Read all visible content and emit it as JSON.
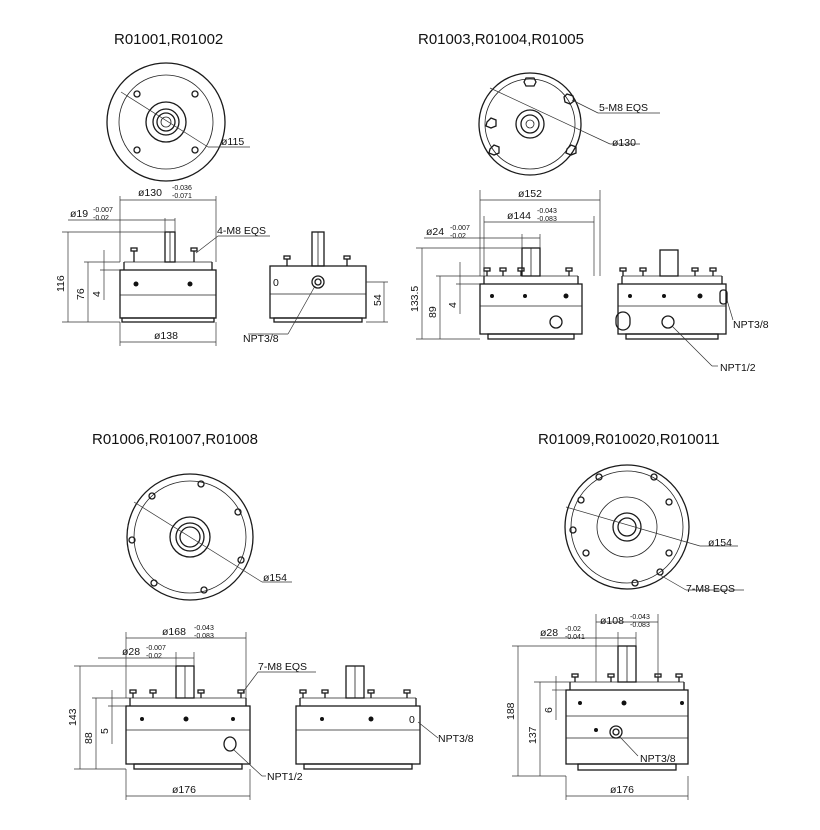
{
  "drawings": [
    {
      "title": "R01001,R01002",
      "top_view": {
        "diameter": "ø115"
      },
      "front_view": {
        "flange": "ø130",
        "flange_tol_upper": "-0.036",
        "flange_tol_lower": "-0.071",
        "shaft": "ø19",
        "shaft_tol_upper": "-0.007",
        "shaft_tol_lower": "-0.02",
        "bolts": "4-M8 EQS",
        "height_total": "116",
        "height_body": "76",
        "pilot": "4",
        "base": "ø138"
      },
      "side_view": {
        "port": "NPT3/8",
        "height": "54",
        "mark": "0"
      }
    },
    {
      "title": "R01003,R01004,R01005",
      "top_view": {
        "bolts": "5-M8 EQS",
        "diameter": "ø130"
      },
      "front_view": {
        "outer": "ø152",
        "flange": "ø144",
        "flange_tol_upper": "-0.043",
        "flange_tol_lower": "-0.083",
        "shaft": "ø24",
        "shaft_tol_upper": "-0.007",
        "shaft_tol_lower": "-0.02",
        "height_total": "133.5",
        "height_body": "89",
        "pilot": "4"
      },
      "side_view": {
        "port_a": "NPT3/8",
        "port_b": "NPT1/2"
      }
    },
    {
      "title": "R01006,R01007,R01008",
      "top_view": {
        "diameter": "ø154"
      },
      "front_view": {
        "flange": "ø168",
        "flange_tol_upper": "-0.043",
        "flange_tol_lower": "-0.083",
        "shaft": "ø28",
        "shaft_tol_upper": "-0.007",
        "shaft_tol_lower": "-0.02",
        "bolts": "7-M8 EQS",
        "height_total": "143",
        "height_body": "88",
        "pilot": "5",
        "base": "ø176",
        "port": "NPT1/2"
      },
      "side_view": {
        "port": "NPT3/8",
        "mark": "0"
      }
    },
    {
      "title": "R01009,R010020,R010011",
      "top_view": {
        "diameter": "ø154",
        "bolts": "7-M8 EQS"
      },
      "front_view": {
        "flange": "ø108",
        "flange_tol_upper": "-0.043",
        "flange_tol_lower": "-0.083",
        "shaft": "ø28",
        "shaft_tol_upper": "-0.02",
        "shaft_tol_lower": "-0.041",
        "height_total": "188",
        "height_body": "137",
        "pilot": "6",
        "base": "ø176",
        "port": "NPT3/8"
      }
    }
  ]
}
